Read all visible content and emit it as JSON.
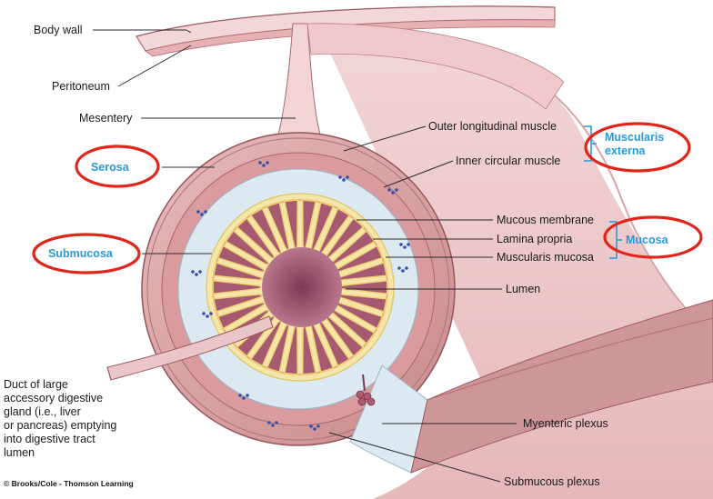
{
  "labels": {
    "body_wall": "Body wall",
    "peritoneum": "Peritoneum",
    "mesentery": "Mesentery",
    "outer_longitudinal_muscle": "Outer longitudinal muscle",
    "inner_circular_muscle": "Inner circular muscle",
    "mucous_membrane": "Mucous membrane",
    "lamina_propria": "Lamina propria",
    "muscularis_mucosa": "Muscularis mucosa",
    "lumen": "Lumen",
    "myenteric_plexus": "Myenteric plexus",
    "submucous_plexus": "Submucous plexus",
    "duct_lines": [
      "Duct of large",
      "accessory digestive",
      "gland (i.e., liver",
      "or pancreas) emptying",
      "into digestive tract",
      "lumen"
    ]
  },
  "layer_groups": {
    "serosa": "Serosa",
    "submucosa": "Submucosa",
    "muscularis_externa_lines": [
      "Muscularis",
      "externa"
    ],
    "mucosa": "Mucosa"
  },
  "copyright": "© Brooks/Cole - Thomson Learning",
  "colors": {
    "label_blue": "#2a9ad8",
    "highlight_red": "#e0251b",
    "muscle": "#c98a8c",
    "submucosa_fill": "#dce9f1",
    "mucosa_fill": "#f4e6a8",
    "villus": "#a55a72",
    "plexus": "#3b4fa8"
  }
}
